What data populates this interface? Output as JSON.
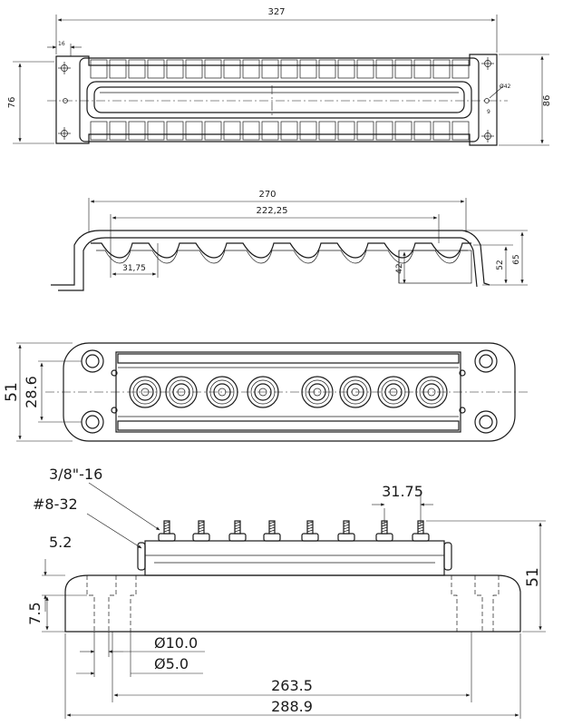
{
  "views": {
    "top": {
      "dims": {
        "overall_length": "327",
        "ear_width": "16",
        "height_left": "76",
        "height_right": "86",
        "hole_dia": "Ø42",
        "small_mark": "9"
      }
    },
    "side": {
      "dims": {
        "length_outer": "270",
        "length_inner": "222,25",
        "pitch": "31,75",
        "height_a": "42",
        "height_b": "52",
        "height_c": "65"
      }
    },
    "base_top": {
      "dims": {
        "width": "51",
        "inner_width": "28.6"
      }
    },
    "base_side": {
      "labels": {
        "stud_thread": "3/8\"-16",
        "screw_thread": "#8-32"
      },
      "dims": {
        "pitch": "31.75",
        "height": "51",
        "step": "5.2",
        "depth": "7.5",
        "counterbore_dia": "Ø10.0",
        "hole_dia": "Ø5.0",
        "hole_spacing": "263.5",
        "overall_length": "288.9"
      }
    }
  }
}
